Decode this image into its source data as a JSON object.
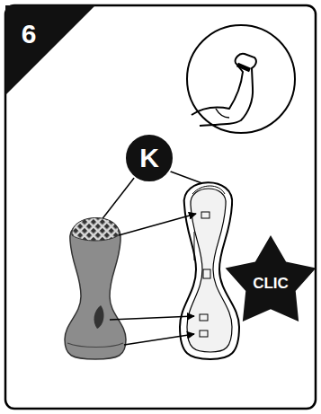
{
  "diagram": {
    "nodes": [
      {
        "text": [
          "6"
        ]
      },
      {
        "text": [
          "K"
        ]
      },
      {
        "text": [
          "CLIC"
        ]
      }
    ]
  }
}
